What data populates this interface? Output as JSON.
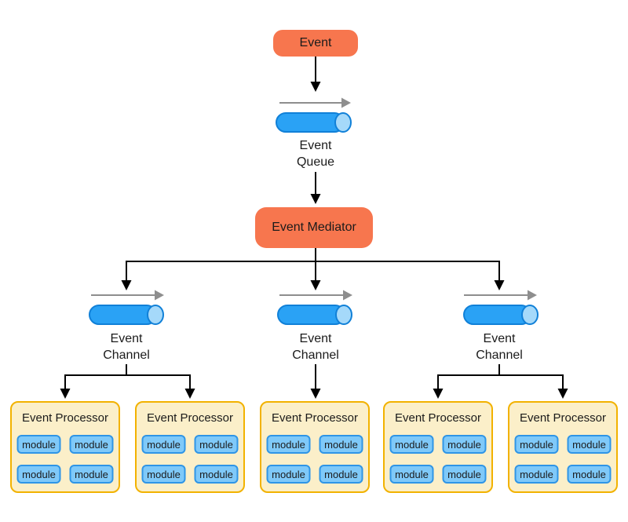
{
  "diagram": {
    "type": "event-driven-architecture-mediator-topology",
    "colors": {
      "node_orange": "#F7764E",
      "cylinder_blue": "#2AA2F5",
      "cylinder_cap_blue": "#A5D9FA",
      "cylinder_stroke": "#1080D8",
      "processor_fill": "#FBEFC9",
      "processor_border": "#F2B200",
      "module_fill": "#7FC9F9",
      "module_border": "#2F95E6",
      "arrow_black": "#000000",
      "arrow_gray": "#8E8E8E",
      "text": "#1b1b1b",
      "background": "#ffffff"
    },
    "nodes": {
      "event": {
        "label": "Event"
      },
      "event_queue": {
        "label": "Event\nQueue"
      },
      "event_mediator": {
        "label": "Event Mediator"
      },
      "channels": [
        {
          "label": "Event\nChannel"
        },
        {
          "label": "Event\nChannel"
        },
        {
          "label": "Event\nChannel"
        }
      ],
      "processors": [
        {
          "title": "Event Processor",
          "modules": [
            "module",
            "module",
            "module",
            "module"
          ]
        },
        {
          "title": "Event Processor",
          "modules": [
            "module",
            "module",
            "module",
            "module"
          ]
        },
        {
          "title": "Event Processor",
          "modules": [
            "module",
            "module",
            "module",
            "module"
          ]
        },
        {
          "title": "Event Processor",
          "modules": [
            "module",
            "module",
            "module",
            "module"
          ]
        },
        {
          "title": "Event Processor",
          "modules": [
            "module",
            "module",
            "module",
            "module"
          ]
        }
      ]
    }
  }
}
